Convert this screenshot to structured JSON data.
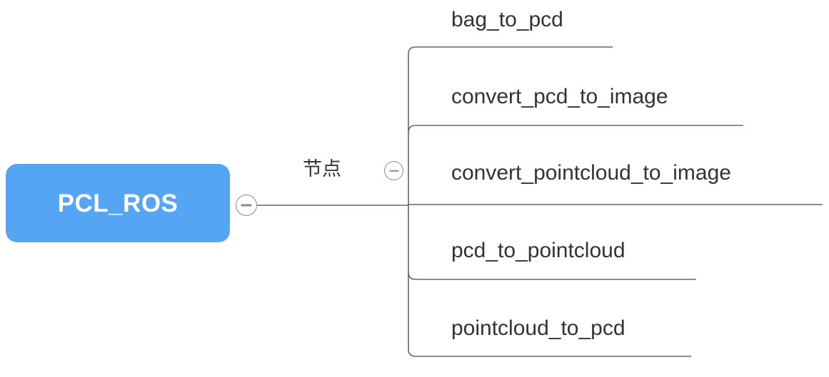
{
  "diagram": {
    "type": "mindmap",
    "orientation": "left-to-right",
    "background_color": "#ffffff",
    "line_color": "#666666",
    "text_color": "#333333"
  },
  "root": {
    "label": "PCL_ROS",
    "fill_color": "#56a5f5",
    "text_color": "#ffffff",
    "collapse_state": "expanded",
    "toggle_glyph": "minus"
  },
  "trunk": {
    "label": "节点",
    "collapse_state": "expanded",
    "toggle_glyph": "minus"
  },
  "branches": [
    {
      "label": "bag_to_pcd"
    },
    {
      "label": "convert_pcd_to_image"
    },
    {
      "label": "convert_pointcloud_to_image"
    },
    {
      "label": "pcd_to_pointcloud"
    },
    {
      "label": "pointcloud_to_pcd"
    }
  ]
}
